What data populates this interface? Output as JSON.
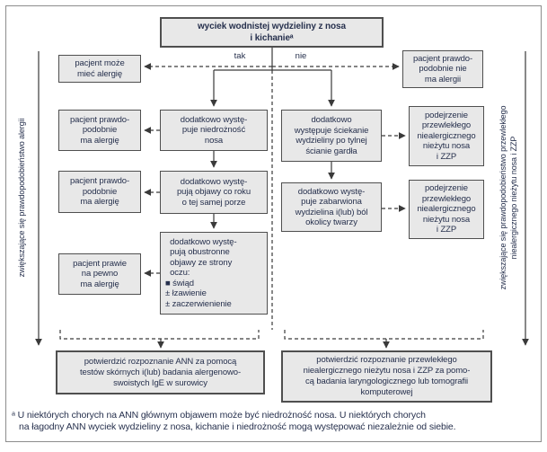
{
  "nodes": {
    "top": "wyciek wodnistej wydzieliny z nosa\ni kichanieᵃ",
    "left_outcome_1": "pacjent może\nmieć alergię",
    "left_outcome_2": "pacjent prawdo-\npodobnie\nma alergię",
    "left_outcome_3": "pacjent prawdo-\npodobnie\nma alergię",
    "left_outcome_4": "pacjent prawie\nna pewno\nma alergię",
    "mid_condition_1": "dodatkowo wystę-\npuje niedrożność\nnosa",
    "mid_condition_2": "dodatkowo wystę-\npują objawy co roku\no tej samej porze",
    "mid_condition_3": "  dodatkowo wystę-\n  pują obustronne\n  objawy ze strony\n  oczu:\n■ świąd\n± łzawienie\n± zaczerwienienie",
    "right_outcome_top": "pacjent prawdo-\npodobnie nie\nma alergii",
    "right_condition_1": "dodatkowo\nwystępuje ściekanie\nwydzieliny po tylnej\nścianie gardła",
    "right_condition_2": "dodatkowo wystę-\npuje zabarwiona\nwydzielina i(lub) ból\nokolicy twarzy",
    "right_outcome_1": "podejrzenie\nprzewlekłego\nniealergicznego\nnieżytu nosa\ni ZZP",
    "right_outcome_2": "podejrzenie\nprzewlekłego\nniealergicznego\nnieżytu nosa\ni ZZP",
    "bottom_left": "potwierdzić rozpoznanie ANN za pomocą\ntestów skórnych i(lub) badania alergenowo-\nswoistych IgE w surowicy",
    "bottom_right": "potwierdzić rozpoznanie przewlekłego\nniealergicznego nieżytu nosa i ZZP za pomo-\ncą badania laryngologicznego lub tomografii\nkomputerowej"
  },
  "branch_labels": {
    "yes": "tak",
    "no": "nie"
  },
  "axes": {
    "left": "zwiększające się prawdopodobieństwo alergii",
    "right": "zwiększające się prawdopodobieństwo przewlekłego\nniealergicznego nieżytu nosa i ZZP"
  },
  "footnote": "ᵃ U niektórych chorych na ANN głównym objawem może być niedrożność nosa. U niektórych chorych\nna łagodny ANN wyciek wydzieliny z nosa, kichanie i niedrożność mogą występować niezależnie od siebie.",
  "colors": {
    "box_fill": "#e8e8e8",
    "box_border": "#4f4f4f",
    "text": "#26304d",
    "line": "#3a3a3a",
    "frame_border": "#8d8d8d"
  }
}
